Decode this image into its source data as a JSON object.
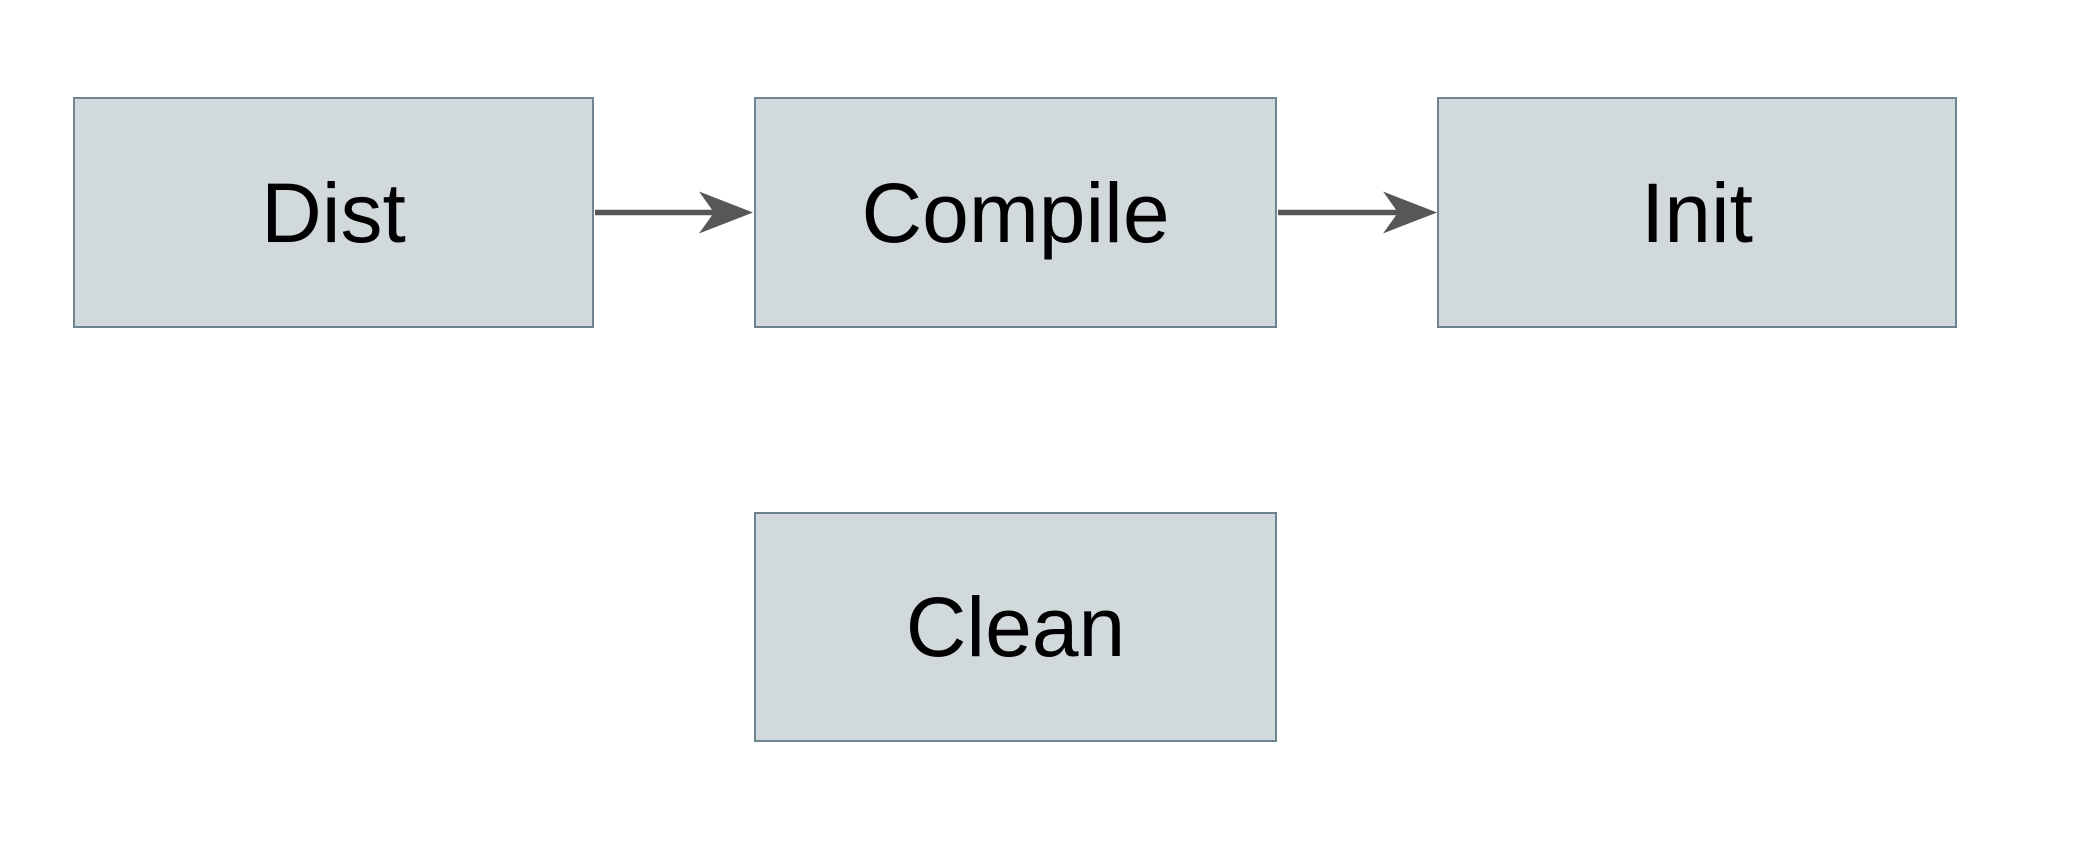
{
  "diagram": {
    "nodes": [
      {
        "id": "dist",
        "label": "Dist"
      },
      {
        "id": "compile",
        "label": "Compile"
      },
      {
        "id": "init",
        "label": "Init"
      },
      {
        "id": "clean",
        "label": "Clean"
      }
    ],
    "edges": [
      {
        "from": "dist",
        "to": "compile"
      },
      {
        "from": "compile",
        "to": "init"
      }
    ]
  },
  "colors": {
    "background": "#ffffff",
    "node_fill": "#d2d9dc",
    "node_border": "#6e8491",
    "arrow": "#575757",
    "label_text": "#000000"
  }
}
